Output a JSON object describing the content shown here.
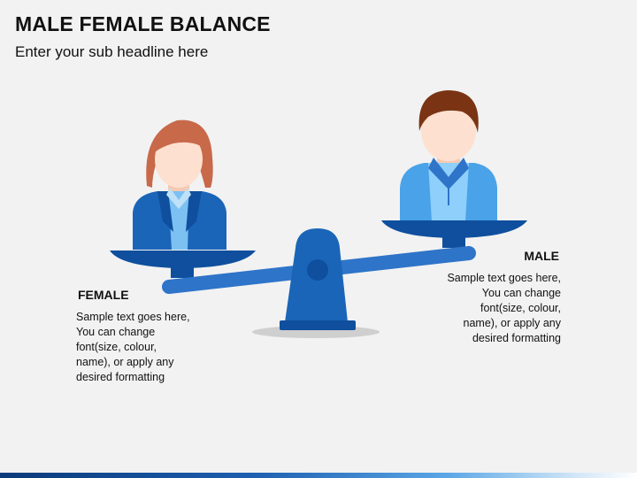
{
  "header": {
    "title": "MALE FEMALE BALANCE",
    "subtitle": "Enter your sub headline here"
  },
  "female": {
    "label": "FEMALE",
    "text": "Sample text goes here,\nYou can change\nfont(size, colour,\nname), or apply any\ndesired formatting"
  },
  "male": {
    "label": "MALE",
    "text": "Sample text goes here,\nYou can change\nfont(size, colour,\nname), or apply any\ndesired formatting"
  },
  "colors": {
    "background": "#f2f2f2",
    "beam": "#2e74c9",
    "pan": "#0f4f9e",
    "female_hair": "#c8694a",
    "female_jacket": "#1a65b8",
    "male_hair": "#7a3414",
    "male_shirt": "#4aa3e8",
    "skin": "#fde0cf"
  }
}
